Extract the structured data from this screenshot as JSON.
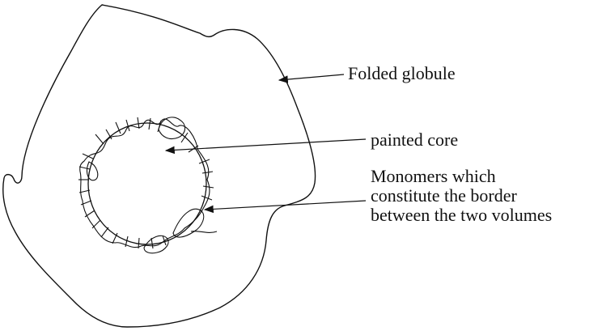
{
  "diagram": {
    "labels": {
      "folded_globule": "Folded globule",
      "painted_core": "painted core",
      "monomers_line1": "Monomers which",
      "monomers_line2": "constitute the border",
      "monomers_line3": "between the two volumes"
    },
    "colors": {
      "line": "#111111",
      "background": "#ffffff"
    }
  }
}
